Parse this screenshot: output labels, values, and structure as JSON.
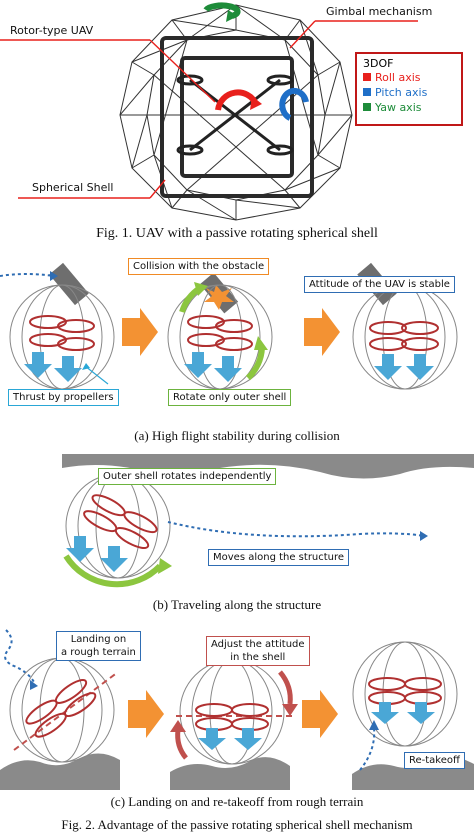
{
  "fig1": {
    "labels": {
      "rotor": "Rotor-type UAV",
      "gimbal": "Gimbal mechanism",
      "shell": "Spherical Shell"
    },
    "legend": {
      "title": "3DOF",
      "items": [
        {
          "label": "Roll axis",
          "color": "#e8201c"
        },
        {
          "label": "Pitch axis",
          "color": "#1f6fc8"
        },
        {
          "label": "Yaw axis",
          "color": "#1e8c3a"
        }
      ]
    },
    "caption": "Fig. 1.   UAV with a passive rotating spherical shell"
  },
  "panel_a": {
    "collision": "Collision with the obstacle",
    "stable": "Attitude of the UAV is stable",
    "thrust": "Thrust by propellers",
    "rotate": "Rotate only outer shell",
    "caption": "(a)  High flight stability during collision"
  },
  "panel_b": {
    "rotates": "Outer shell rotates independently",
    "moves": "Moves along the structure",
    "caption": "(b)  Traveling along the structure"
  },
  "panel_c": {
    "landing_line1": "Landing on",
    "landing_line2": "a rough terrain",
    "adjust_line1": "Adjust the attitude",
    "adjust_line2": "in the shell",
    "retakeoff": "Re-takeoff",
    "caption": "(c)  Landing on and re-takeoff from rough terrain"
  },
  "fig2_caption": "Fig. 2.   Advantage of the passive rotating spherical shell mechanism",
  "colors": {
    "shell": "#333333",
    "frame": "#2a2a2a",
    "roll": "#e8201c",
    "pitch": "#1f6fc8",
    "yaw": "#1e8c3a",
    "propeller": "#b03030",
    "thrust": "#4aa7d6",
    "step_arrow": "#f39233",
    "rotation": "#8cc63f",
    "ground": "#888888",
    "box_orange": "#f08a24",
    "box_blue": "#2f6db3",
    "box_cyan": "#2aa7d6",
    "box_green": "#6cb33e",
    "box_red": "#c0504d"
  }
}
